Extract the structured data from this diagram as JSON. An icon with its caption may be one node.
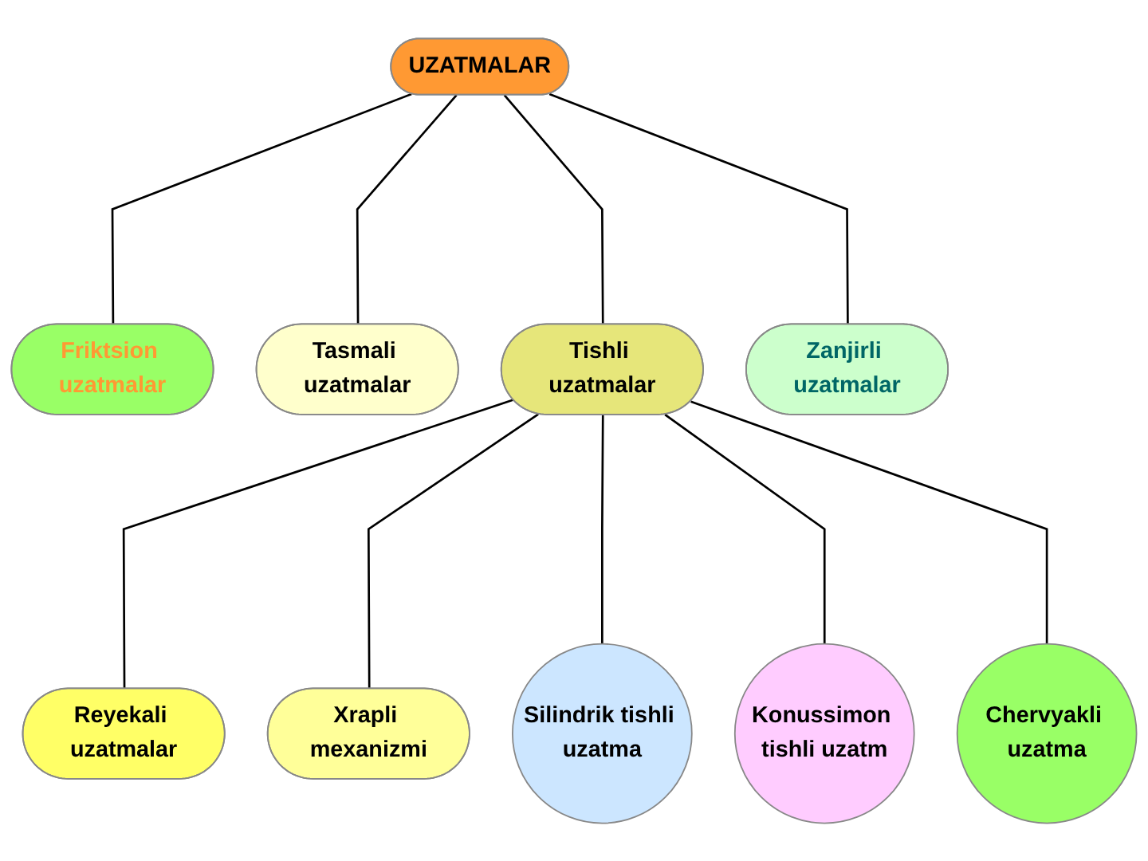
{
  "diagram": {
    "nodes": [
      {
        "text": [
          "Friktsion uzatmalar"
        ]
      },
      {
        "text": [
          "Tasmali uzatmalar"
        ]
      },
      {
        "text": [
          "Zanjirli uzatmalar"
        ]
      },
      {
        "text": [
          "UZATMALAR"
        ]
      },
      {
        "text": [
          "Tishli uzatmalar"
        ]
      },
      {
        "text": [
          "Reyekali uzatmalar"
        ]
      },
      {
        "text": [
          "Xrapli mexanizmi"
        ]
      },
      {
        "text": [
          "Silindrik tishli uzatma"
        ]
      },
      {
        "text": [
          "Konussimon tishli uzatm"
        ]
      },
      {
        "text": [
          "Chervyakli uzatma"
        ]
      }
    ],
    "edges": [
      {
        "from": 3,
        "to": 0,
        "arrow": "none"
      },
      {
        "from": 3,
        "to": 1,
        "arrow": "none"
      },
      {
        "from": 3,
        "to": 2,
        "arrow": "none"
      },
      {
        "from": 3,
        "to": 4,
        "arrow": "none"
      },
      {
        "from": 4,
        "to": 5,
        "arrow": "none"
      },
      {
        "from": 4,
        "to": 6,
        "arrow": "none"
      },
      {
        "from": 4,
        "to": 7,
        "arrow": "none"
      },
      {
        "from": 4,
        "to": 8,
        "arrow": "none"
      },
      {
        "from": 4,
        "to": 9,
        "arrow": "none"
      }
    ]
  }
}
